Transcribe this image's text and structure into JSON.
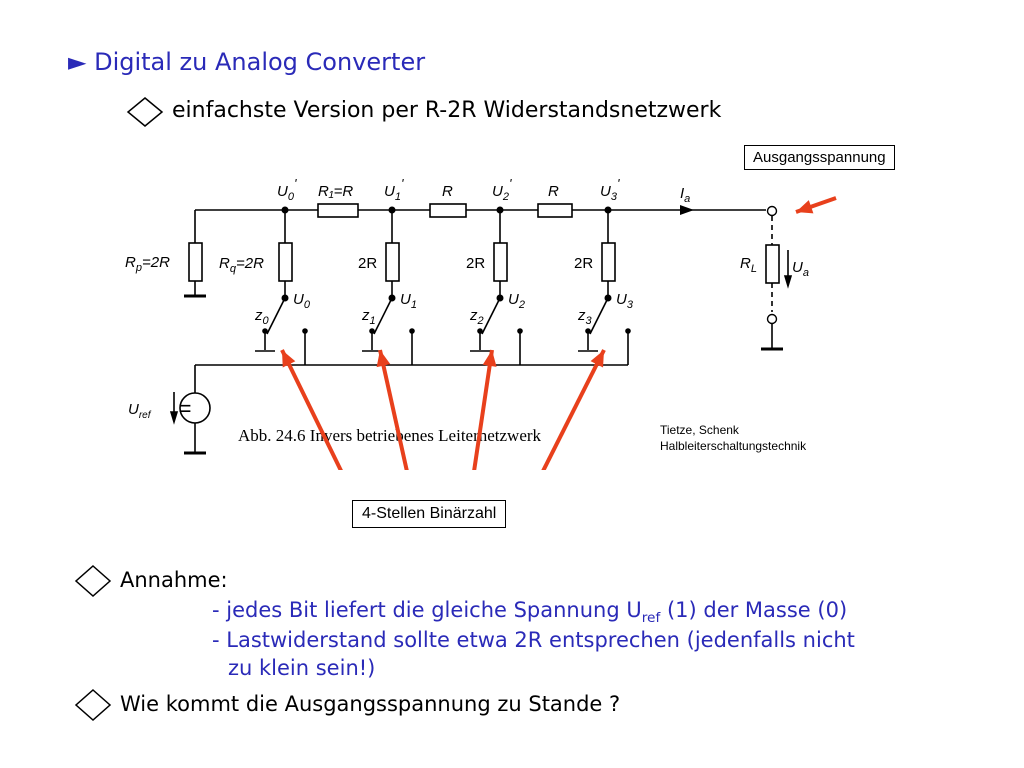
{
  "slide": {
    "title": "► Digital zu Analog Converter",
    "subtitle": "einfachste Version per R-2R Widerstandsnetzwerk",
    "callout_output": "Ausgangsspannung",
    "callout_binary": "4-Stellen Binärzahl",
    "credit_line1": "Tietze, Schenk",
    "credit_line2": "Halbleiterschaltungstechnik",
    "bullets": [
      {
        "label": "Annahme:"
      },
      {
        "label": "Wie kommt die Ausgangsspannung zu Stande ?"
      }
    ],
    "details": {
      "line1_prefix": "- jedes Bit liefert die gleiche Spannung U",
      "line1_sub": "ref",
      "line1_suffix": " (1) der Masse (0)",
      "line2": "- Lastwiderstand sollte etwa 2R entsprechen (jedenfalls nicht",
      "line3": "zu klein sein!)"
    },
    "accent_color": "#2a2ab8",
    "arrow_color": "#e8401c"
  },
  "circuit": {
    "caption": "Abb. 24.6 Invers betriebenes Leiternetzwerk",
    "node_labels": [
      "U",
      "U",
      "U",
      "U"
    ],
    "node_subs": [
      "0",
      "1",
      "2",
      "3"
    ],
    "series_labels": [
      "R₁=R",
      "R",
      "R"
    ],
    "shunt_labels": [
      "R",
      "2R",
      "2R",
      "2R"
    ],
    "shunt_subs": [
      "q",
      "",
      "",
      ""
    ],
    "shunt_suffix": "=2R",
    "rp_label": "R",
    "rp_sub": "p",
    "rp_suffix": "=2R",
    "switch_labels": [
      "z",
      "z",
      "z",
      "z"
    ],
    "switch_subs": [
      "0",
      "1",
      "2",
      "3"
    ],
    "source_label": "U",
    "source_sub": "ref",
    "current_label": "I",
    "current_sub": "a",
    "load_label": "R",
    "load_sub": "L",
    "output_label": "U",
    "output_sub": "a",
    "source_symbol": "="
  }
}
